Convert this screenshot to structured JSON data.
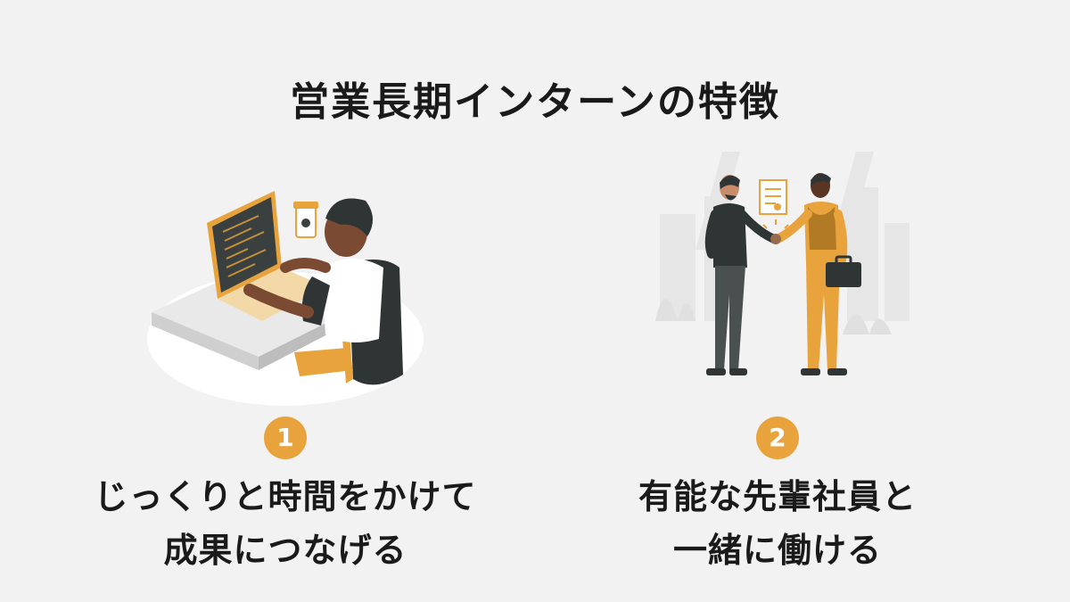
{
  "title": "営業長期インターンの特徴",
  "colors": {
    "accent": "#e8a33c",
    "background": "#f2f2f2",
    "dark": "#2f3535",
    "text": "#1a1a1a"
  },
  "features": [
    {
      "number": "1",
      "icon": "person-coding-at-laptop-illustration",
      "lines": [
        "じっくりと時間をかけて",
        "成果につなげる"
      ]
    },
    {
      "number": "2",
      "icon": "handshake-business-partners-illustration",
      "lines": [
        "有能な先輩社員と",
        "一緒に働ける"
      ]
    }
  ]
}
